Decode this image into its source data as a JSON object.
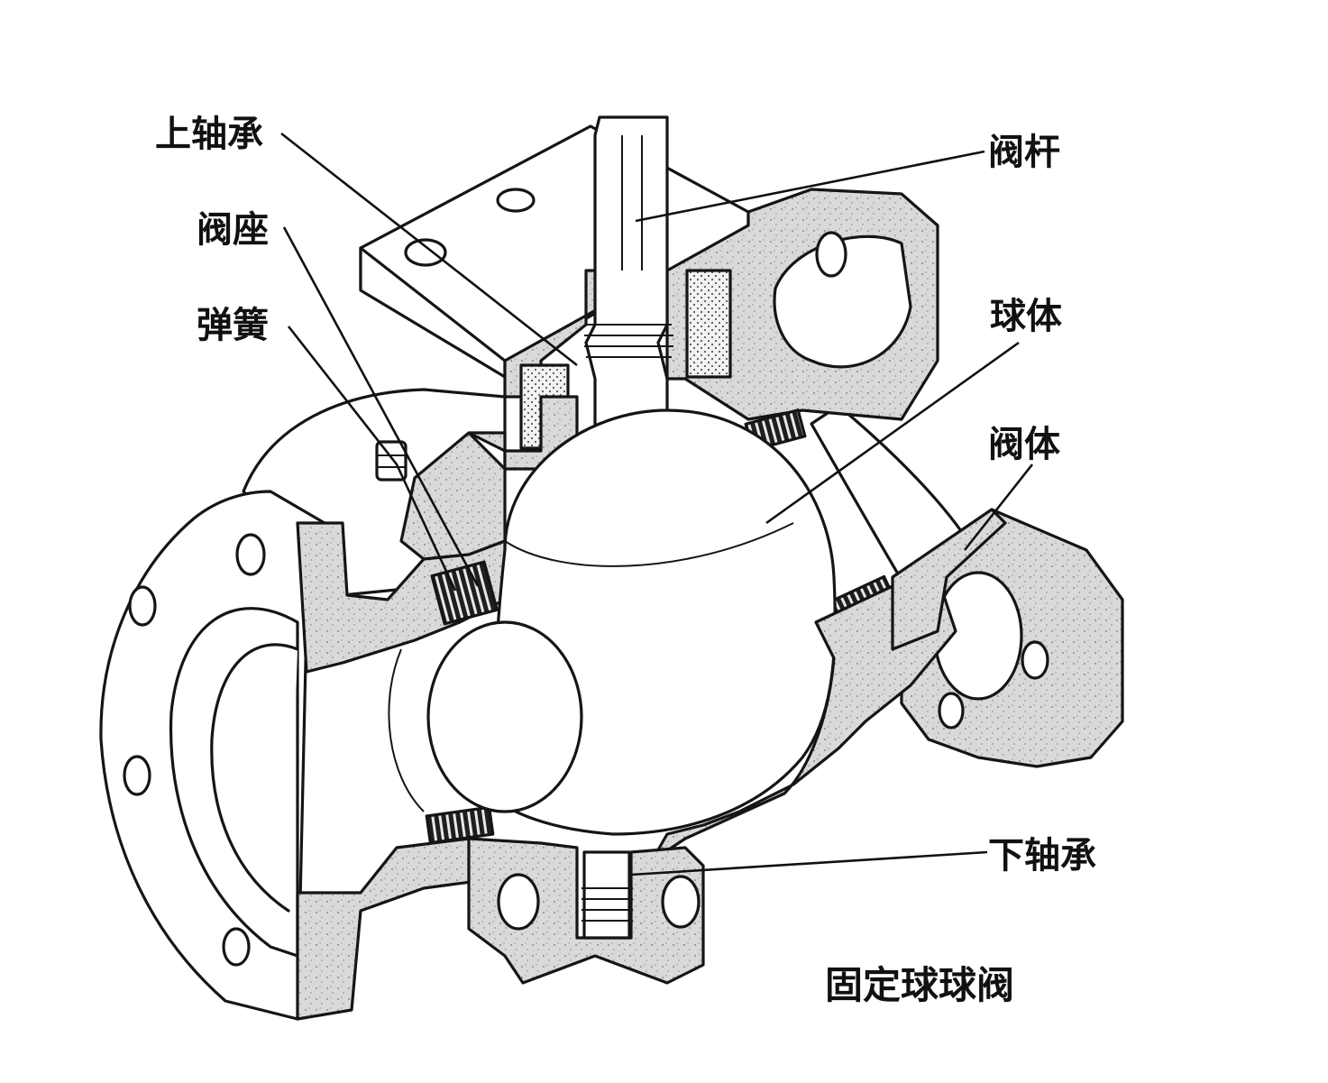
{
  "labels": {
    "upper_bearing": "上轴承",
    "valve_seat": "阀座",
    "spring": "弹簧",
    "valve_stem": "阀杆",
    "ball": "球体",
    "valve_body": "阀体",
    "lower_bearing": "下轴承"
  },
  "caption": "固定球球阀",
  "colors": {
    "ink": "#151515",
    "section_fill": "#d6d6d6",
    "body_fill": "#ffffff",
    "dark_fill": "#2a2a2a"
  }
}
